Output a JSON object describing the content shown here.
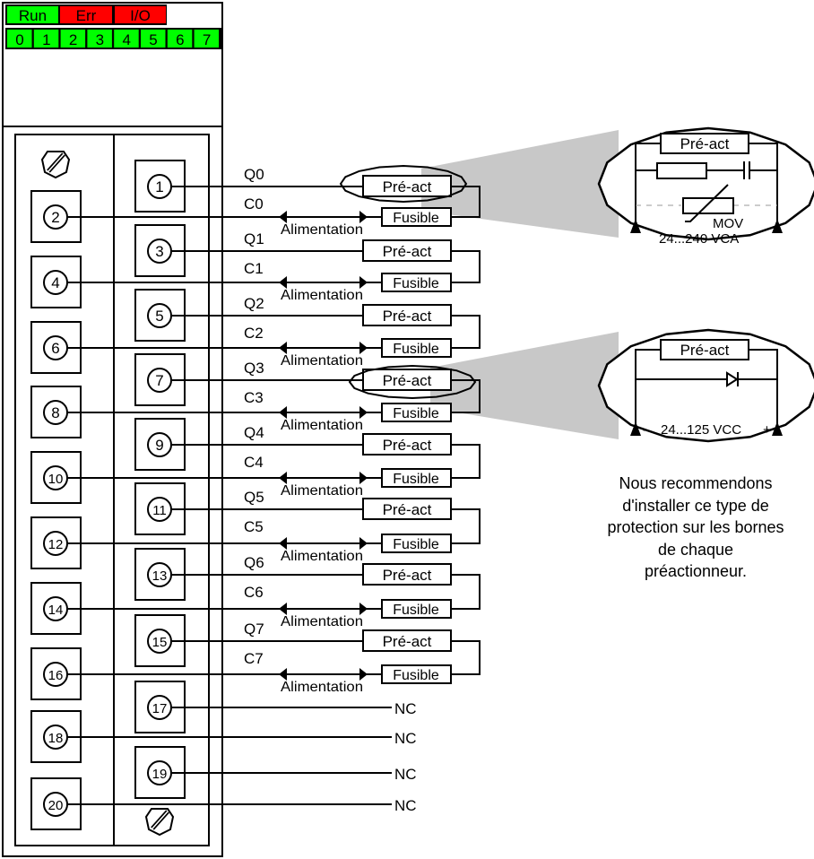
{
  "status_leds": [
    {
      "label": "Run",
      "color": "#00ff00"
    },
    {
      "label": "Err",
      "color": "#ff0000"
    },
    {
      "label": "I/O",
      "color": "#ff0000"
    }
  ],
  "channel_leds": {
    "labels": [
      "0",
      "1",
      "2",
      "3",
      "4",
      "5",
      "6",
      "7"
    ],
    "color": "#00ff00"
  },
  "terminals": [
    "1",
    "2",
    "3",
    "4",
    "5",
    "6",
    "7",
    "8",
    "9",
    "10",
    "11",
    "12",
    "13",
    "14",
    "15",
    "16",
    "17",
    "18",
    "19",
    "20"
  ],
  "channels": [
    {
      "q": "Q0",
      "c": "C0"
    },
    {
      "q": "Q1",
      "c": "C1"
    },
    {
      "q": "Q2",
      "c": "C2"
    },
    {
      "q": "Q3",
      "c": "C3"
    },
    {
      "q": "Q4",
      "c": "C4"
    },
    {
      "q": "Q5",
      "c": "C5"
    },
    {
      "q": "Q6",
      "c": "C6"
    },
    {
      "q": "Q7",
      "c": "C7"
    }
  ],
  "labels": {
    "preact": "Pré-act",
    "fuse": "Fusible",
    "supply": "Alimentation",
    "nc": "NC"
  },
  "inset_ac": {
    "preact": "Pré-act",
    "component": "MOV",
    "voltage": "24...240 VCA"
  },
  "inset_dc": {
    "preact": "Pré-act",
    "voltage": "24...125 VCC",
    "minus": "-",
    "plus": "+"
  },
  "note": "Nous recommendons d'installer ce type de protection sur les bornes de chaque préactionneur.",
  "note_lines": [
    "Nous recommendons",
    "d'installer ce type de",
    "protection sur les bornes",
    "de chaque",
    "préactionneur."
  ],
  "colors": {
    "led_on": "#00ff00",
    "led_fault": "#ff0000",
    "highlight_fan": "#c8c8c8"
  }
}
